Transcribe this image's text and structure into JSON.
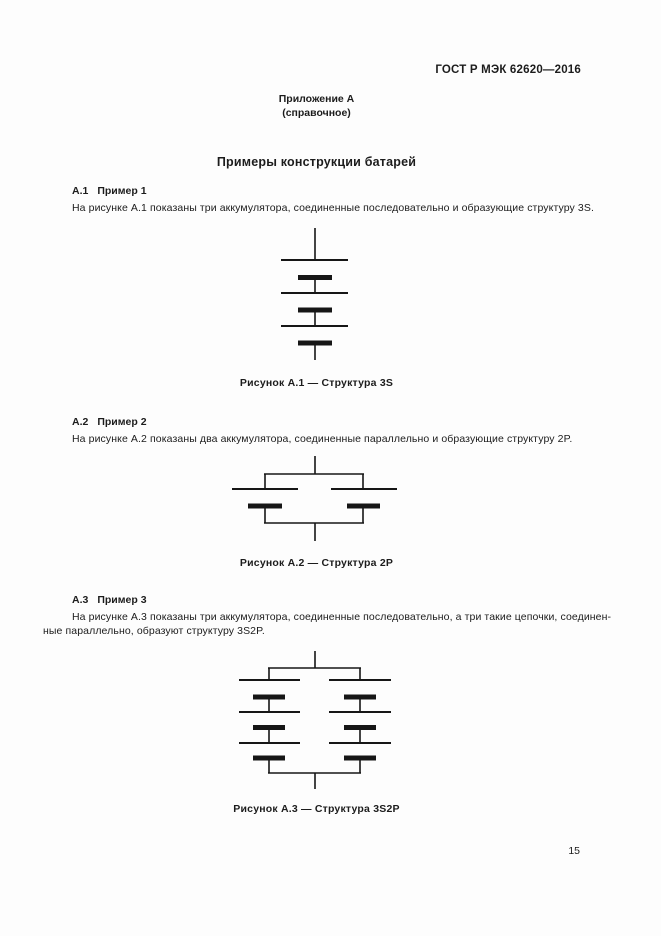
{
  "page": {
    "header": "ГОСТ Р МЭК 62620—2016",
    "annex_label": "Приложение А",
    "annex_kind": "(справочное)",
    "title": "Примеры конструкции батарей",
    "page_number": "15"
  },
  "sections": [
    {
      "heading_num": "А.1",
      "heading_label": "Пример 1",
      "body_lines": [
        "На рисунке А.1 показаны три аккумулятора, соединенные последовательно и образующие структуру 3S."
      ],
      "figure": {
        "name": "battery-structure-3s",
        "type": "series",
        "cells_in_series": 3,
        "parallel_chains": 1
      },
      "caption": "Рисунок А.1 — Структура 3S"
    },
    {
      "heading_num": "А.2",
      "heading_label": "Пример 2",
      "body_lines": [
        "На рисунке А.2 показаны два аккумулятора, соединенные параллельно и образующие структуру 2P."
      ],
      "figure": {
        "name": "battery-structure-2p",
        "type": "parallel",
        "cells_in_series": 1,
        "parallel_chains": 2
      },
      "caption": "Рисунок А.2 — Структура 2P"
    },
    {
      "heading_num": "А.3",
      "heading_label": "Пример 3",
      "body_lines": [
        "На рисунке А.3 показаны три аккумулятора, соединенные последовательно, а три такие цепочки, соединен-",
        "ные параллельно, образуют структуру 3S2P."
      ],
      "figure": {
        "name": "battery-structure-3s2p",
        "type": "series-parallel",
        "cells_in_series": 3,
        "parallel_chains": 2
      },
      "caption": "Рисунок А.3 — Структура 3S2P"
    }
  ]
}
